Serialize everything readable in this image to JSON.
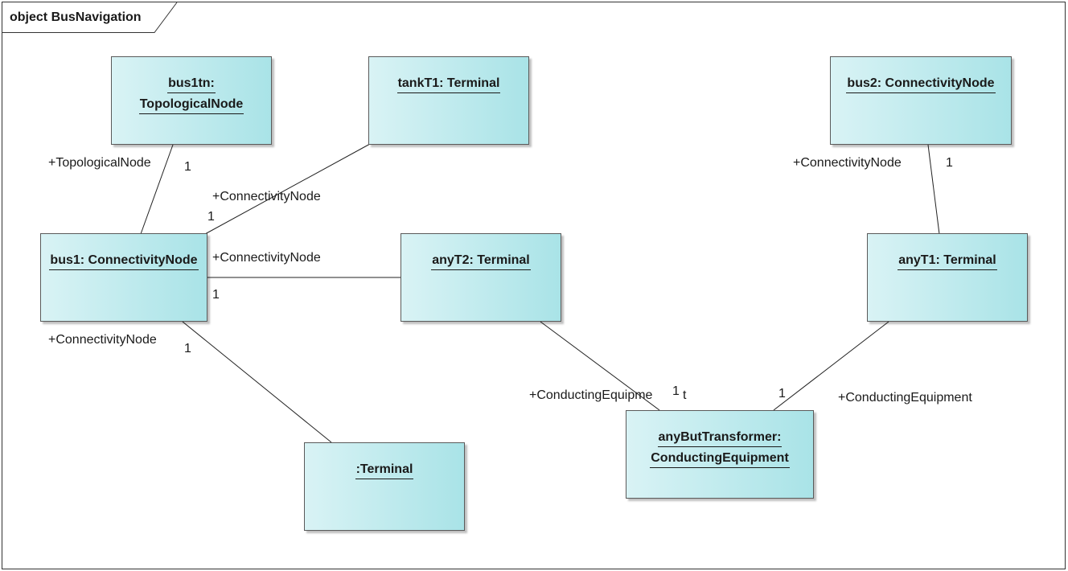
{
  "frame": {
    "title": "object BusNavigation"
  },
  "nodes": [
    {
      "id": "bus1tn",
      "lines": [
        "bus1tn:",
        "TopologicalNode"
      ]
    },
    {
      "id": "tankT1",
      "lines": [
        "tankT1: Terminal"
      ]
    },
    {
      "id": "bus2",
      "lines": [
        "bus2: ConnectivityNode"
      ]
    },
    {
      "id": "bus1",
      "lines": [
        "bus1: ConnectivityNode"
      ]
    },
    {
      "id": "anyT2",
      "lines": [
        "anyT2: Terminal"
      ]
    },
    {
      "id": "anyT1",
      "lines": [
        "anyT1: Terminal"
      ]
    },
    {
      "id": "terminal",
      "lines": [
        ":Terminal"
      ]
    },
    {
      "id": "anyButTransformer",
      "lines": [
        "anyButTransformer:",
        "ConductingEquipment"
      ]
    }
  ],
  "roles": {
    "topo_role": "+TopologicalNode",
    "topo_mult": "1",
    "tank_role": "+ConnectivityNode",
    "tank_mult": "1",
    "bus2_role": "+ConnectivityNode",
    "bus2_mult": "1",
    "anyT2_role": "+ConnectivityNode",
    "anyT2_mult": "1",
    "term_role": "+ConnectivityNode",
    "term_mult": "1",
    "ce_left_role": "+ConductingEquipme",
    "ce_left_mult": "1",
    "ce_left_tail": "t",
    "ce_right_role": "+ConductingEquipment",
    "ce_right_mult": "1"
  }
}
